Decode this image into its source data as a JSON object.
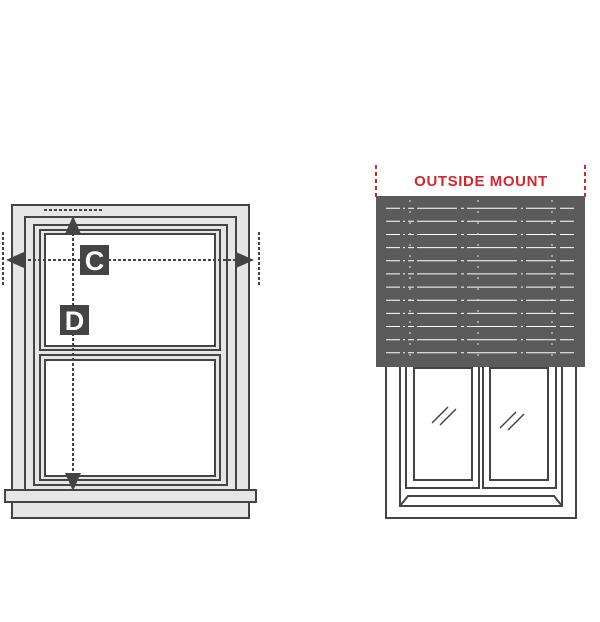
{
  "left_window": {
    "width_label": "C",
    "height_label": "D"
  },
  "right_window": {
    "mount_label": "OUTSIDE MOUNT",
    "slat_count": 13
  },
  "colors": {
    "outline": "#444444",
    "frame_fill": "#e6e6e6",
    "glass": "#ffffff",
    "badge": "#444444",
    "accent_red": "#d6262c",
    "blind": "#5b5b5b",
    "blind_line": "#ffffff"
  }
}
